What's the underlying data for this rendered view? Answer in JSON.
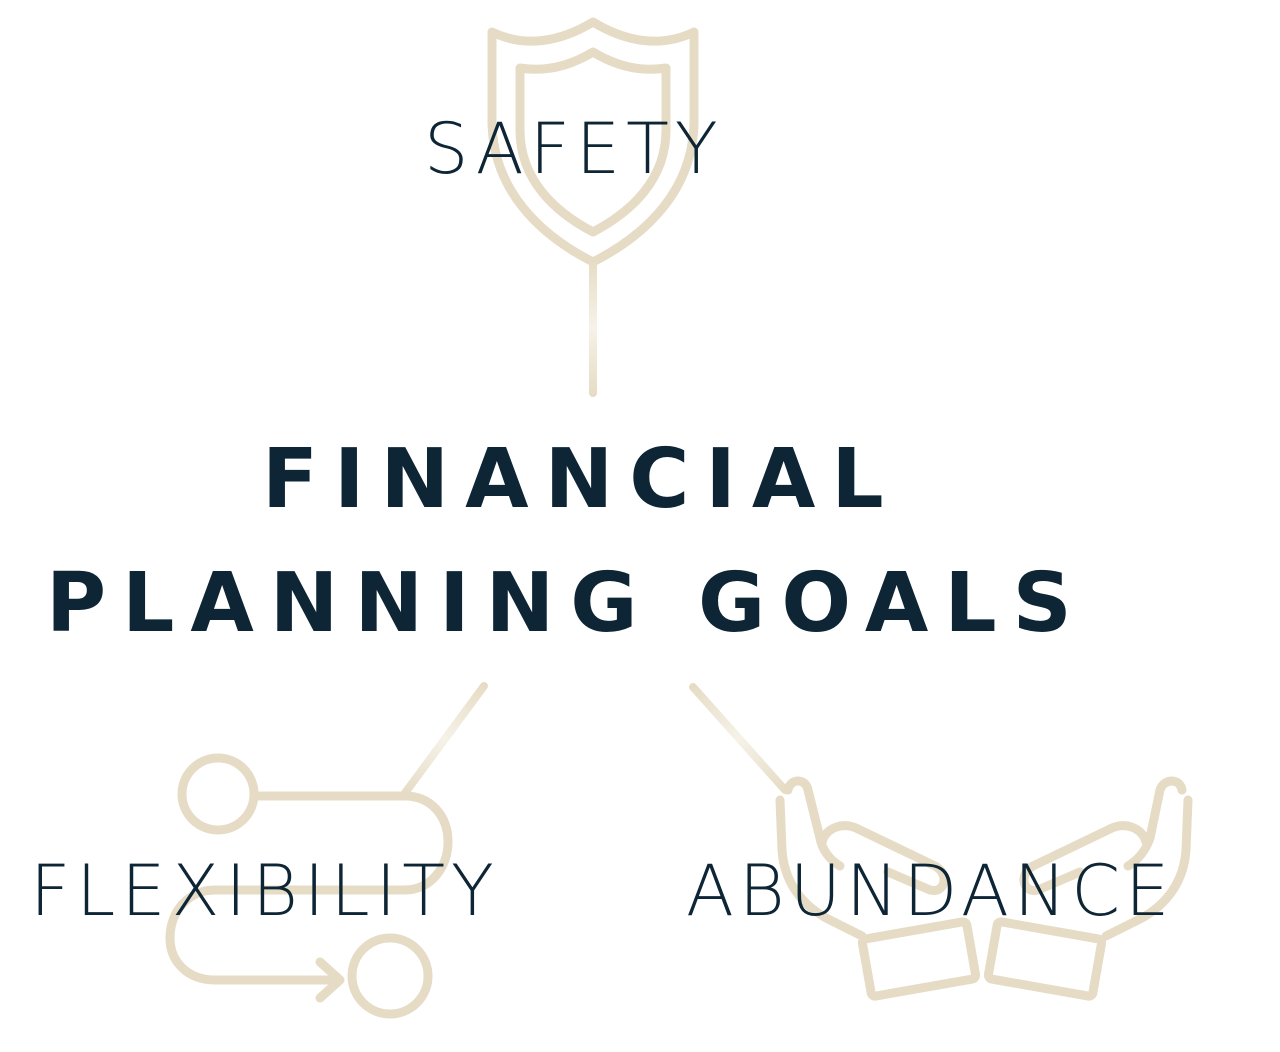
{
  "title": {
    "line1": "FINANCIAL",
    "line2": "PLANNING GOALS"
  },
  "goals": {
    "top": "SAFETY",
    "left": "FLEXIBILITY",
    "right": "ABUNDANCE"
  },
  "colors": {
    "text": "#0d2535",
    "icon": "#e6dcc5",
    "background": "#ffffff"
  },
  "icons": {
    "top": "shield-icon",
    "left": "path-flow-icon",
    "right": "open-hands-icon"
  }
}
